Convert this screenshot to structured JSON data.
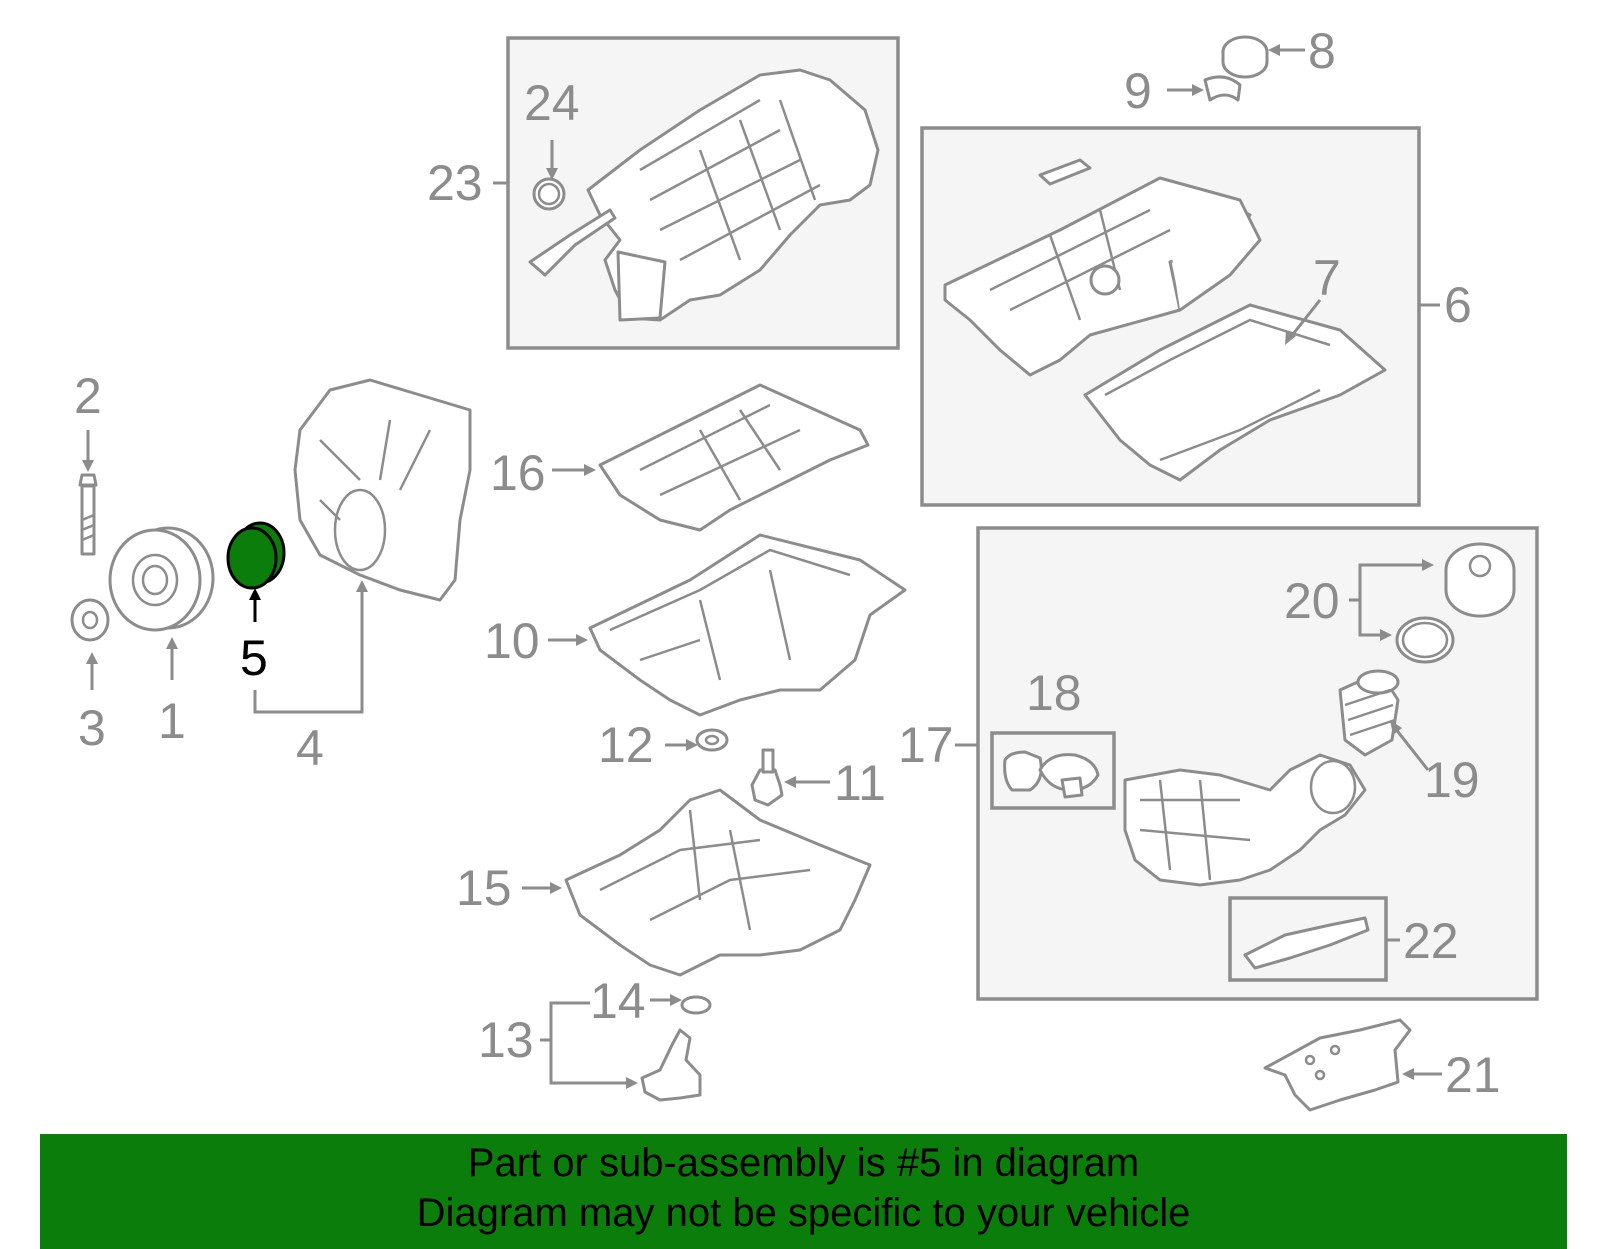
{
  "highlight": {
    "part_number": "5",
    "color": "#0b7d0b"
  },
  "callouts": [
    "1",
    "2",
    "3",
    "4",
    "5",
    "6",
    "7",
    "8",
    "9",
    "10",
    "11",
    "12",
    "13",
    "14",
    "15",
    "16",
    "17",
    "18",
    "19",
    "20",
    "21",
    "22",
    "23",
    "24"
  ],
  "banner": {
    "line1": "Part or sub-assembly is #5 in diagram",
    "line2": "Diagram may not be specific to your vehicle",
    "background": "#0b7d0b"
  }
}
